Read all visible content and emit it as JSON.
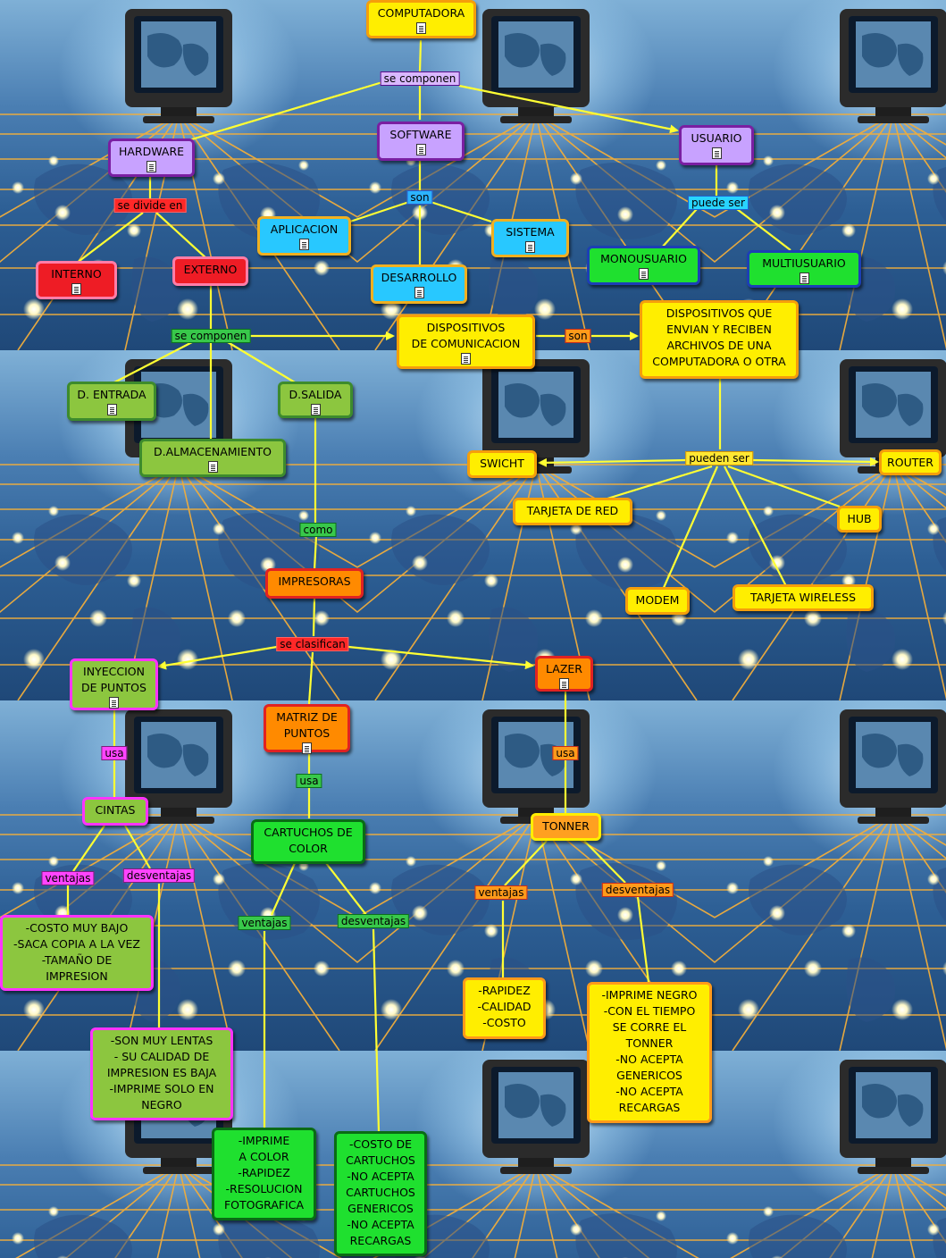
{
  "nodes": {
    "computadora": "COMPUTADORA",
    "hardware": "HARDWARE",
    "software": "SOFTWARE",
    "usuario": "USUARIO",
    "interno": "INTERNO",
    "externo": "EXTERNO",
    "aplicacion": "APLICACION",
    "sistema": "SISTEMA",
    "desarrollo": "DESARROLLO",
    "monousuario": "MONOUSUARIO",
    "multiusuario": "MULTIUSUARIO",
    "disp_comunicacion": "DISPOSITIVOS\nDE COMUNICACION",
    "disp_que_envian": "DISPOSITIVOS QUE\nENVIAN Y RECIBEN\nARCHIVOS DE UNA\nCOMPUTADORA O OTRA",
    "d_entrada": "D. ENTRADA",
    "d_salida": "D.SALIDA",
    "d_almacenamiento": "D.ALMACENAMIENTO",
    "swicht": "SWICHT",
    "router": "ROUTER",
    "tarjeta_red": "TARJETA DE RED",
    "hub": "HUB",
    "modem": "MODEM",
    "tarjeta_wireless": "TARJETA WIRELESS",
    "impresoras": "IMPRESORAS",
    "inyeccion": "INYECCION\nDE PUNTOS",
    "lazer": "LAZER",
    "matriz": "MATRIZ DE\nPUNTOS",
    "cintas": "CINTAS",
    "cartuchos": "CARTUCHOS DE\nCOLOR",
    "tonner": "TONNER",
    "cintas_ventajas": "-COSTO MUY BAJO\n-SACA COPIA A LA VEZ\n-TAMAÑO DE\nIMPRESION",
    "cintas_desventajas": "-SON MUY LENTAS\n- SU CALIDAD DE\nIMPRESION ES BAJA\n-IMPRIME SOLO EN\nNEGRO",
    "cartuchos_ventajas": "-IMPRIME\nA COLOR\n-RAPIDEZ\n-RESOLUCION\nFOTOGRAFICA",
    "cartuchos_desventajas": "-COSTO DE\nCARTUCHOS\n-NO ACEPTA\nCARTUCHOS\nGENERICOS\n-NO ACEPTA\nRECARGAS",
    "tonner_ventajas": "-RAPIDEZ\n-CALIDAD\n-COSTO",
    "tonner_desventajas": "-IMPRIME NEGRO\n-CON EL TIEMPO\nSE CORRE EL\nTONNER\n-NO ACEPTA\nGENERICOS\n-NO ACEPTA\nRECARGAS"
  },
  "links": {
    "se_componen_1": "se componen",
    "se_divide_en": "se divide en",
    "son_1": "son",
    "puede_ser": "puede ser",
    "se_componen_2": "se componen",
    "son_2": "son",
    "pueden_ser": "pueden ser",
    "como": "como",
    "se_clasifican": "se clasifican",
    "usa_1": "usa",
    "usa_2": "usa",
    "usa_3": "usa",
    "ventajas_1": "ventajas",
    "desventajas_1": "desventajas",
    "ventajas_2": "ventajas",
    "desventajas_2": "desventajas",
    "ventajas_3": "ventajas",
    "desventajas_3": "desventajas"
  },
  "colors": {
    "line": "#ffff33",
    "bg_dark": "#1a3a66",
    "bg_light": "#3d6fa8",
    "grid": "#f0a830"
  }
}
